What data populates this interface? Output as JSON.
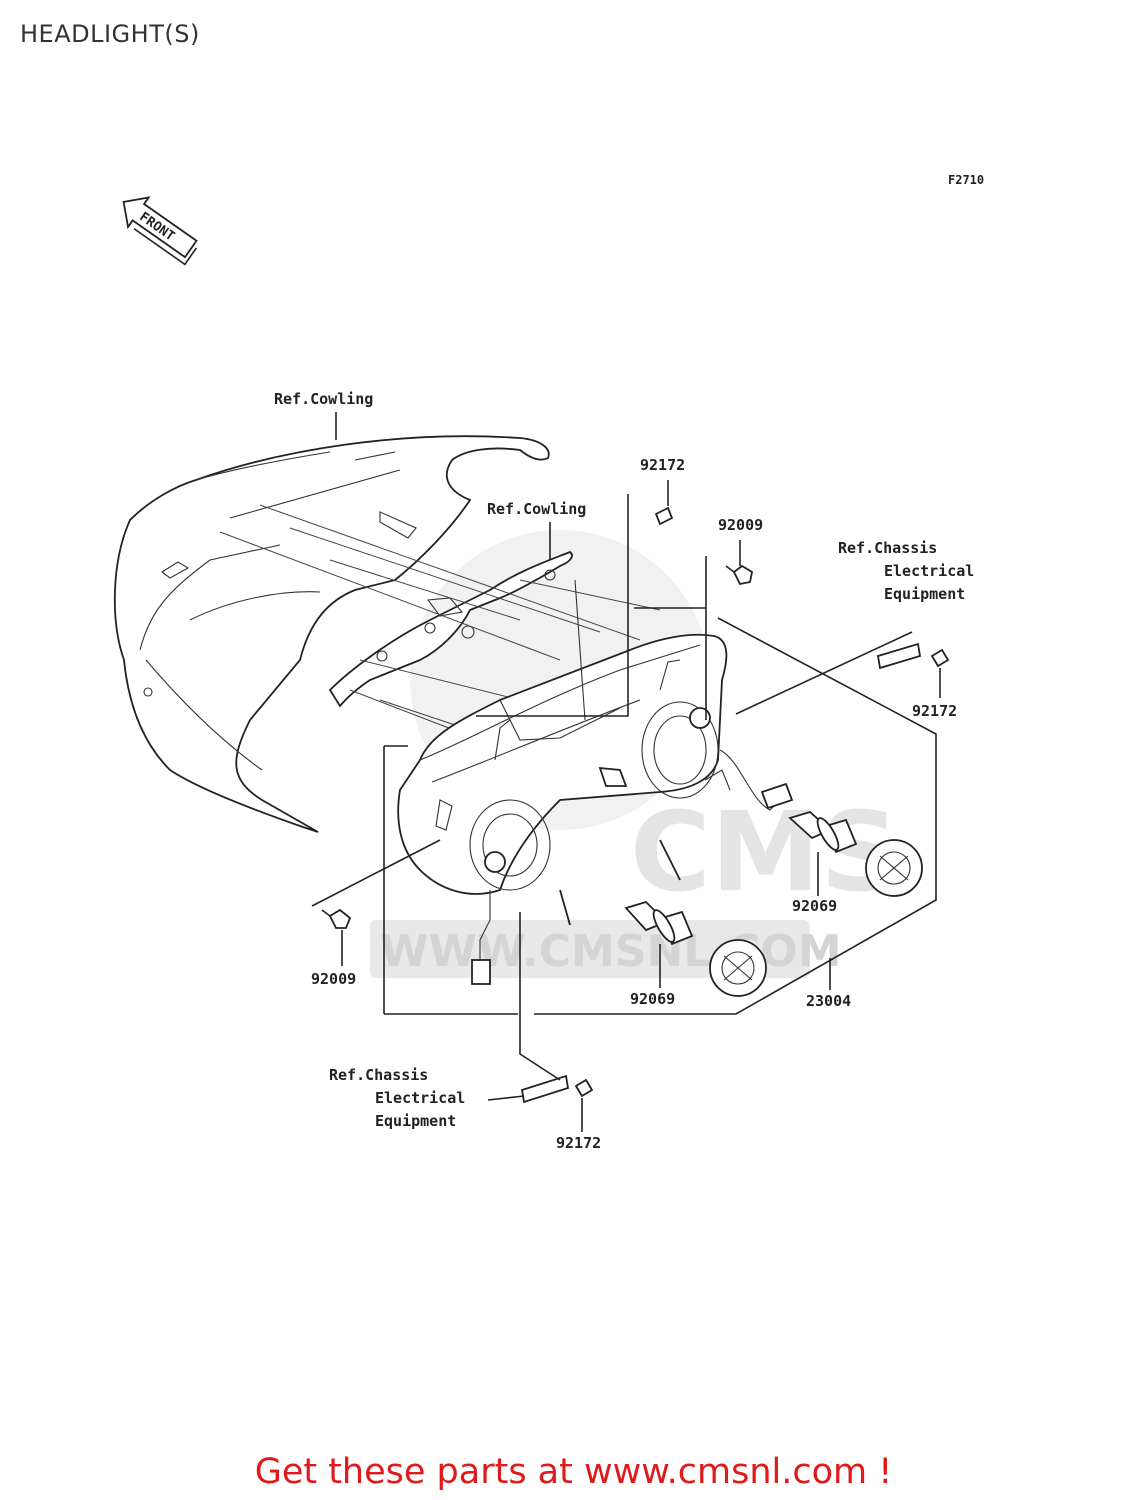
{
  "page": {
    "title": "HEADLIGHT(S)"
  },
  "diagram": {
    "figure_code": "F2710",
    "front_arrow_label": "FRONT",
    "callouts": {
      "ref_cowling_top": "Ref.Cowling",
      "ref_cowling_mid": "Ref.Cowling",
      "part_92172_top": "92172",
      "part_92009_top": "92009",
      "ref_chassis_right": [
        "Ref.Chassis",
        "Electrical",
        "Equipment"
      ],
      "part_92172_right": "92172",
      "part_92069_right": "92069",
      "part_92009_left": "92009",
      "part_92069_bottom": "92069",
      "part_23004": "23004",
      "ref_chassis_bottom": [
        "Ref.Chassis",
        "Electrical",
        "Equipment"
      ],
      "part_92172_bottom": "92172"
    },
    "watermark": "WWW.CMSNL.COM",
    "watermark_logo": "CMS"
  },
  "footer": {
    "cta_text": "Get these parts at www.cmsnl.com !"
  },
  "colors": {
    "cta": "#e01a1a",
    "line": "#222222",
    "watermark": "#e6e6e6"
  }
}
